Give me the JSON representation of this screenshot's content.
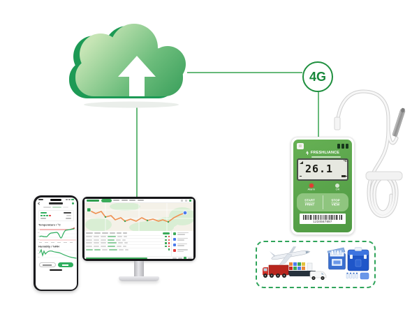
{
  "badge": {
    "label": "4G"
  },
  "device": {
    "brand": "FRESHLIANCE",
    "lcd_value": "26.1",
    "lcd_unit": "°C",
    "alarm_label": "Alarm",
    "ok_label": "OK",
    "btn_start_l1": "START",
    "btn_start_l2": "PRINT",
    "btn_stop_l1": "STOP",
    "btn_stop_l2": "VIEW",
    "barcode": "1234567897"
  },
  "phone": {
    "temp_heading": "Temperature / °C",
    "humidity_heading": "Humidity / %RH"
  },
  "colors": {
    "brand_green": "#57a64b",
    "line_green": "#35a24f",
    "badge_green": "#1e8f3e",
    "alarm_red": "#e33b33",
    "route_orange": "#ef9050",
    "cooler_blue": "#2f66c4",
    "chart_green": "#2fae5e"
  }
}
